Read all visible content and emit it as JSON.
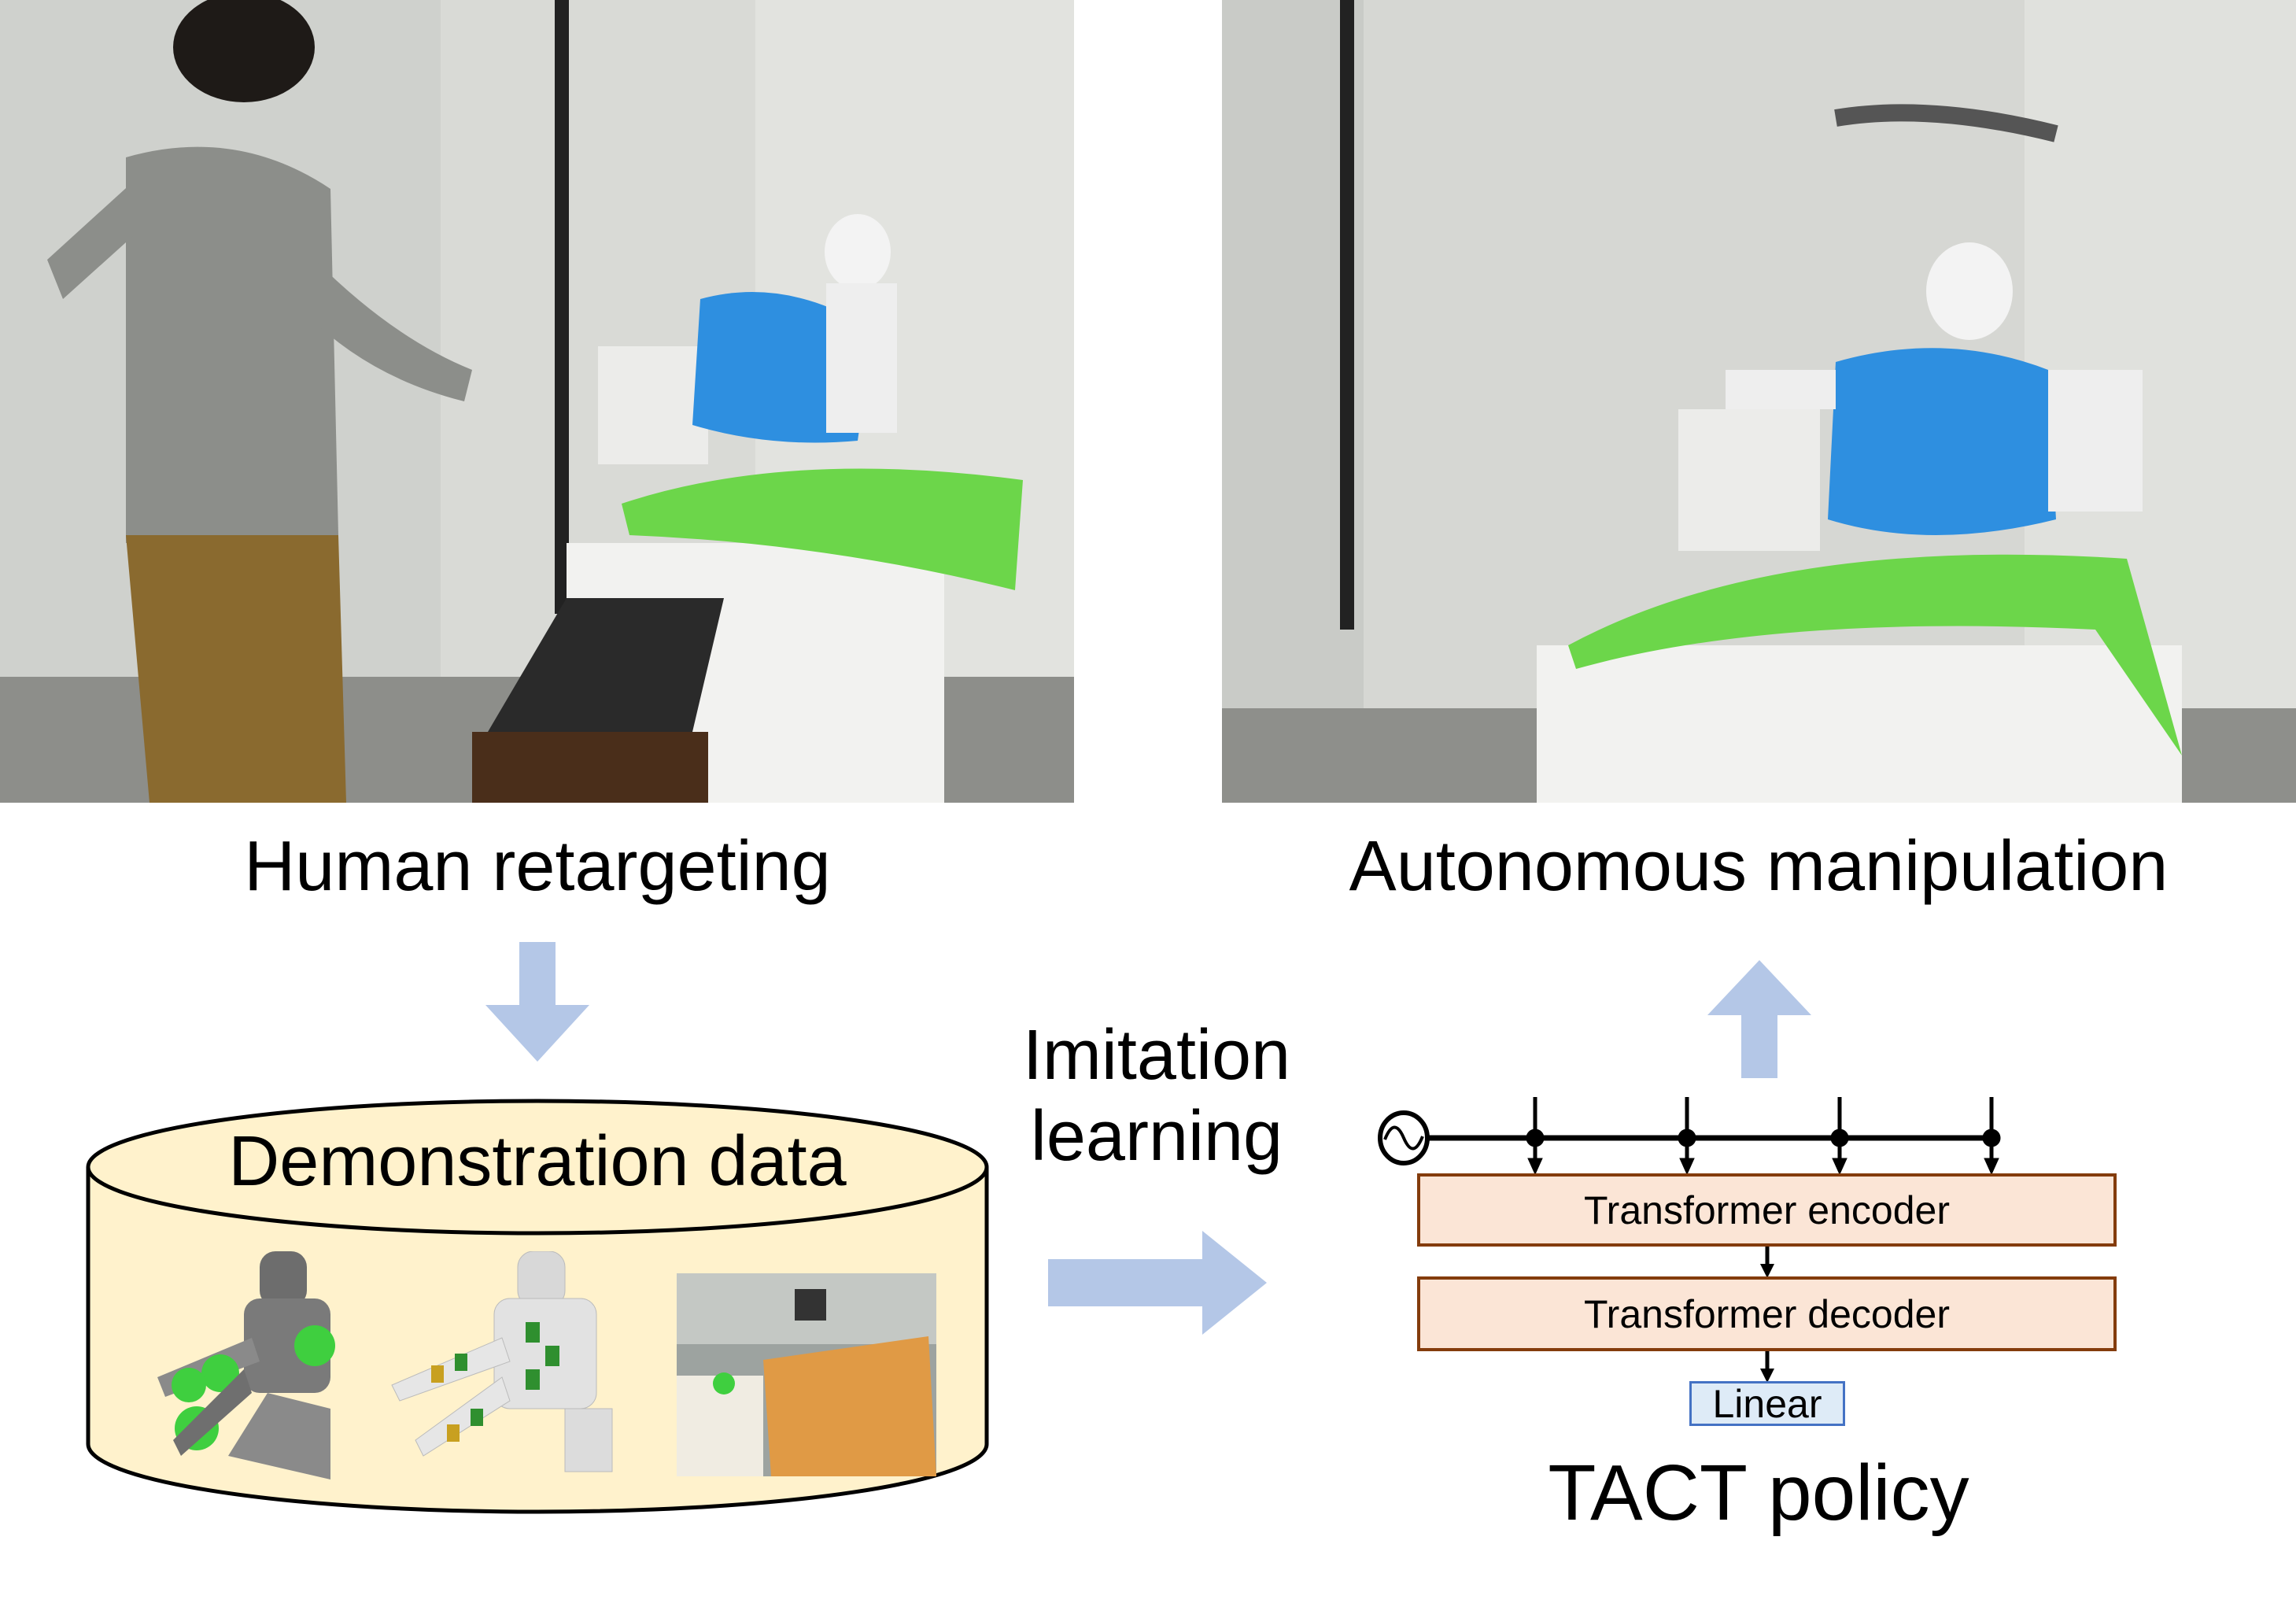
{
  "captions": {
    "human_retargeting": "Human retargeting",
    "autonomous_manipulation": "Autonomous manipulation",
    "demonstration_data": "Demonstration data",
    "imitation_learning_line1": "Imitation",
    "imitation_learning_line2": "learning",
    "tact_policy": "TACT policy"
  },
  "policy": {
    "encoder": "Transformer encoder",
    "decoder": "Transformer decoder",
    "linear": "Linear"
  },
  "colors": {
    "arrow": "#b4c7e7",
    "cylinder_fill": "#fff2cc",
    "transformer_fill": "#fbe5d6",
    "transformer_border": "#843c0c",
    "linear_fill": "#deebf7",
    "linear_border": "#4472c4"
  }
}
